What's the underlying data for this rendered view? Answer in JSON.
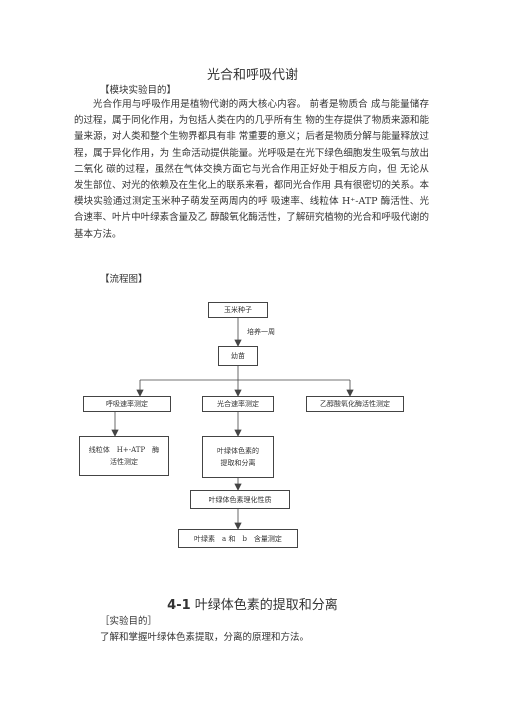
{
  "doc": {
    "title": "光合和呼吸代谢",
    "objective_label": "【模块实验目的】",
    "objective_text": "光合作用与呼吸作用是植物代谢的两大核心内容。 前者是物质合 成与能量储存的过程，属于同化作用，为包括人类在内的几乎所有生 物的生存提供了物质来源和能量来源，对人类和整个生物界都具有非 常重要的意义；后者是物质分解与能量释放过程，属于异化作用，为 生命活动提供能量。光呼吸是在光下绿色细胞发生吸氧与放出二氧化 碳的过程，虽然在气体交换方面它与光合作用正好处于相反方向，但 无论从发生部位、对光的依赖及在生化上的联系来看，都同光合作用 具有很密切的关系。本模块实验通过测定玉米种子萌发至两周内的呼 吸速率、线粒体 H⁺-ATP 酶活性、光合速率、叶片中叶绿素含量及乙 醇酸氧化酶活性，了解研究植物的光合和呼吸代谢的基本方法。",
    "flow_label": "【流程图】"
  },
  "flowchart": {
    "seed": "玉米种子",
    "edge_label": "培养一周",
    "seedling": "幼苗",
    "respiration": "呼吸速率测定",
    "photosynthesis": "光合速率测定",
    "glycolate": "乙醇酸氧化酶活性测定",
    "atpase_line1": "线粒体　H+-ATP　酶",
    "atpase_line2": "活性测定",
    "chlorophyll_line1": "叶绿体色素的",
    "chlorophyll_line2": "提取和分离",
    "properties": "叶绿体色素理化性质",
    "content": "叶绿素　a 和　b　含量测定"
  },
  "section": {
    "number": "4-1",
    "title": " 叶绿体色素的提取和分离",
    "objective_label": "［实验目的］",
    "objective_text": "了解和掌握叶绿体色素提取，分离的原理和方法。"
  }
}
